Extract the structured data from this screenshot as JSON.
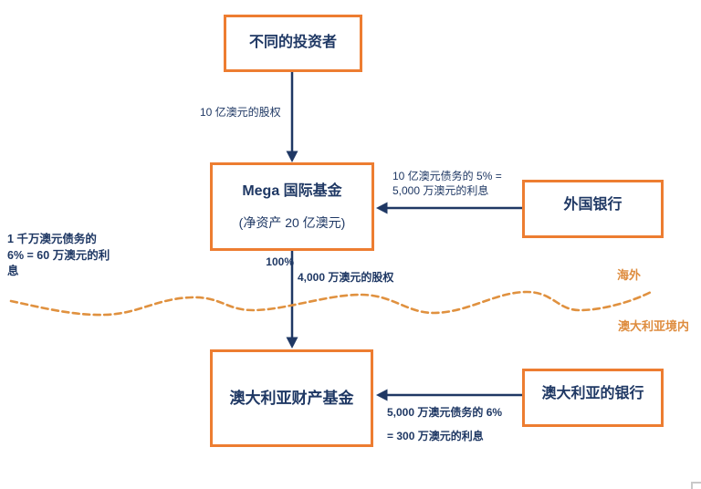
{
  "colors": {
    "navy": "#1F3864",
    "box_orange": "#ED7D31",
    "boundary_orange": "#E0913F",
    "region_label_orange": "#DE8C3E",
    "corner_gray": "#C9C9C9"
  },
  "nodes": {
    "investors": {
      "label": "不同的投资者"
    },
    "mega_fund": {
      "title": "Mega 国际基金",
      "subtitle": "(净资产 20 亿澳元)"
    },
    "foreign_bank": {
      "label": "外国银行"
    },
    "property_fund": {
      "label": "澳大利亚财产基金"
    },
    "australian_bank": {
      "label": "澳大利亚的银行"
    }
  },
  "edges": {
    "investors_to_mega": {
      "label": "10 亿澳元的股权"
    },
    "foreign_to_mega": {
      "label_line1": "10 亿澳元债务的 5% =",
      "label_line2": "5,000 万澳元的利息"
    },
    "mega_to_property": {
      "ownership": "100%",
      "label": "4,000 万澳元的股权"
    },
    "aus_bank_to_property": {
      "label_line1": "5,000 万澳元债务的 6%",
      "label_line2": "= 300 万澳元的利息"
    }
  },
  "notes": {
    "left_note": {
      "line1": "1 千万澳元债务的",
      "line2": "6% = 60 万澳元的利",
      "line3": "息"
    }
  },
  "regions": {
    "overseas": "海外",
    "domestic": "澳大利亚境内"
  }
}
